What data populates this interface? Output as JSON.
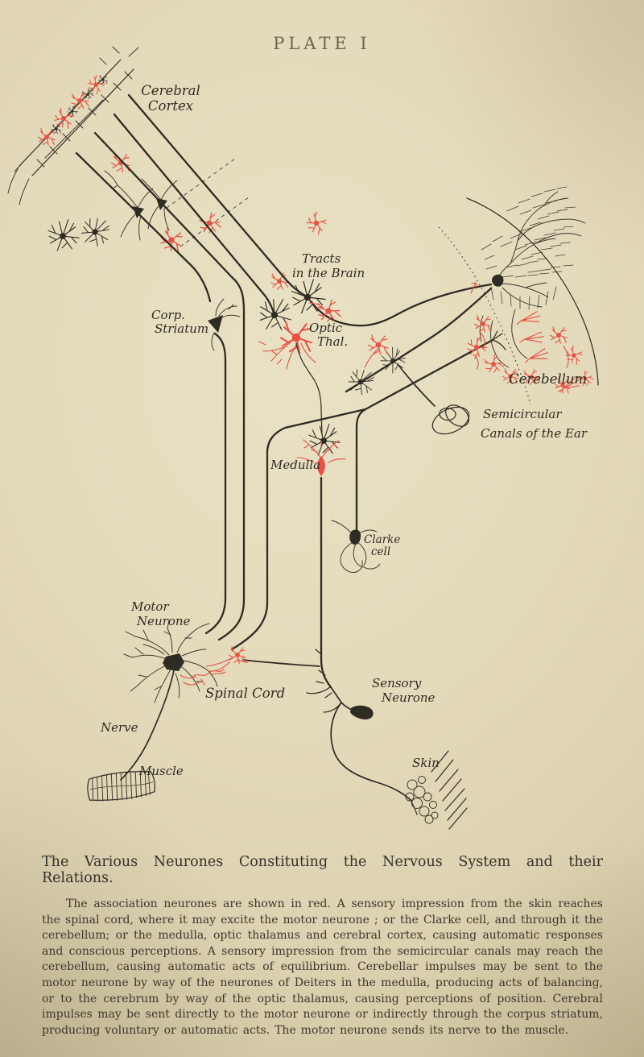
{
  "page": {
    "plate_header": "PLATE I"
  },
  "colors": {
    "paper": "#e3dabb",
    "ink": "#2e2b23",
    "red": "#e85044",
    "header_ink": "#6e6452"
  },
  "diagram_labels": {
    "cerebral_cortex": [
      "Cerebral",
      "Cortex"
    ],
    "tracts_in_brain": [
      "Tracts",
      "in the Brain"
    ],
    "corp_striatum": [
      "Corp.",
      "Striatum"
    ],
    "optic_thal": [
      "Optic",
      "Thal."
    ],
    "cerebellum": "Cerebellum",
    "semicircular": [
      "Semicircular",
      "Canals of the Ear"
    ],
    "medulla": "Medulla",
    "clarke_cell": [
      "Clarke",
      "cell"
    ],
    "motor_neurone": [
      "Motor",
      "Neurone"
    ],
    "spinal_cord": "Spinal Cord",
    "sensory_neurone": [
      "Sensory",
      "Neurone"
    ],
    "nerve": "Nerve",
    "muscle": "Muscle",
    "skin": "Skin"
  },
  "caption": {
    "title": "The Various Neurones Constituting the Nervous System and their Relations.",
    "body": "The association neurones are shown in red.  A sensory impression from the skin reaches the spinal cord, where it may excite the motor neurone ; or the Clarke cell, and through it the cerebellum; or the medulla, optic thalamus and cerebral cortex, causing automatic responses and conscious perceptions.  A sensory impression from the semicircular canals may reach the cerebellum, causing automatic acts of equilibrium.  Cerebellar impulses may be sent to the motor neurone by way of the neurones of Deiters in the medulla, producing acts of balancing, or to the cerebrum by way of the optic thalamus, causing perceptions of position.  Cerebral impulses may be sent directly to the motor neurone or indirectly through the corpus striatum, producing voluntary or automatic acts.  The motor neurone sends its nerve to the muscle."
  }
}
